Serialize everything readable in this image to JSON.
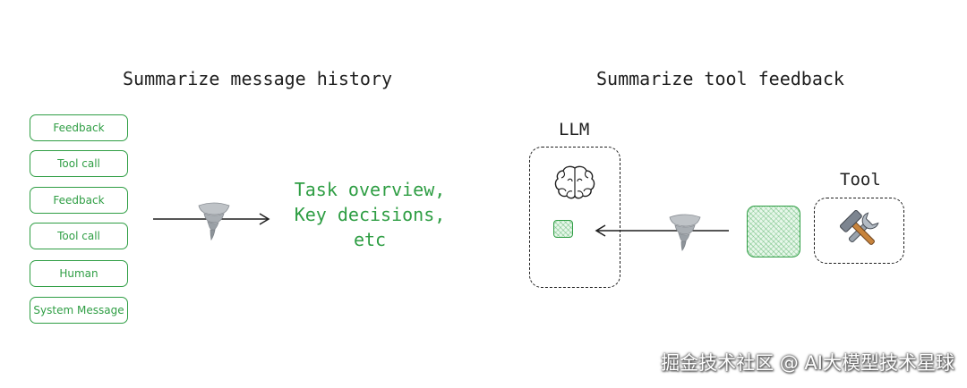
{
  "left_panel": {
    "title": "Summarize message history",
    "messages": [
      {
        "label": "Feedback"
      },
      {
        "label": "Tool call"
      },
      {
        "label": "Feedback"
      },
      {
        "label": "Tool call"
      },
      {
        "label": "Human"
      },
      {
        "label": "System Message"
      }
    ],
    "summary_text": "Task overview,\nKey decisions,\netc",
    "tornado_icon": "tornado-icon"
  },
  "right_panel": {
    "title": "Summarize tool feedback",
    "llm_label": "LLM",
    "tool_label": "Tool",
    "brain_icon": "brain-icon",
    "tool_icon": "hammer-and-wrench-icon",
    "tornado_icon": "tornado-icon"
  },
  "watermark": "掘金技术社区 @ AI大模型技术星球",
  "colors": {
    "accent_green": "#2f9e44",
    "stroke": "#1e1e1e",
    "fill_green": "#e7f7ea"
  }
}
